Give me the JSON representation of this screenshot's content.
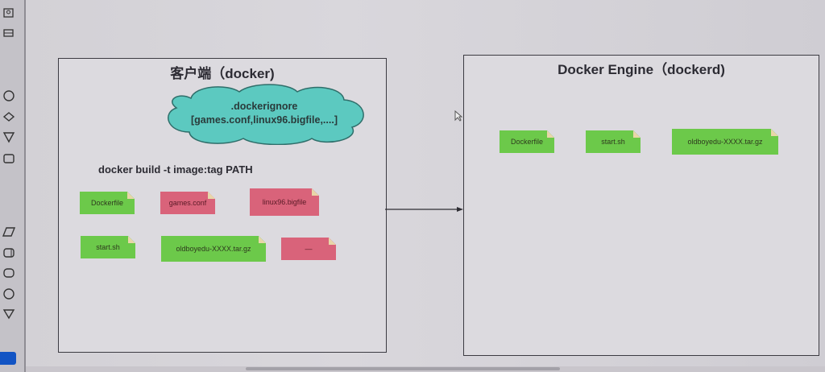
{
  "toolbar": {
    "tools": [
      "db-icon",
      "db-table-icon",
      "circle-shape",
      "diamond-shape",
      "triangle-down-shape",
      "rounded-rect-shape",
      "parallelogram-shape",
      "cylinder-shape",
      "rounded-rect-shape-2",
      "circle-shape-2",
      "triangle-down-shape-2"
    ]
  },
  "client": {
    "title": "客户端（docker)",
    "ignore_title": ".dockerignore",
    "ignore_list": "[games.conf,linux96.bigfile,....]",
    "command": "docker build -t image:tag PATH",
    "files": [
      {
        "label": "Dockerfile",
        "status": "included"
      },
      {
        "label": "games.conf",
        "status": "ignored"
      },
      {
        "label": "linux96.bigfile",
        "status": "ignored"
      },
      {
        "label": "start.sh",
        "status": "included"
      },
      {
        "label": "oldboyedu-XXXX.tar.gz",
        "status": "included"
      },
      {
        "label": "—",
        "status": "ignored"
      }
    ]
  },
  "engine": {
    "title": "Docker Engine（dockerd)",
    "files": [
      {
        "label": "Dockerfile"
      },
      {
        "label": "start.sh"
      },
      {
        "label": "oldboyedu-XXXX.tar.gz"
      }
    ]
  },
  "colors": {
    "included": "#6cc94a",
    "ignored": "#d9637a",
    "cloud": "#5cc9c0"
  }
}
